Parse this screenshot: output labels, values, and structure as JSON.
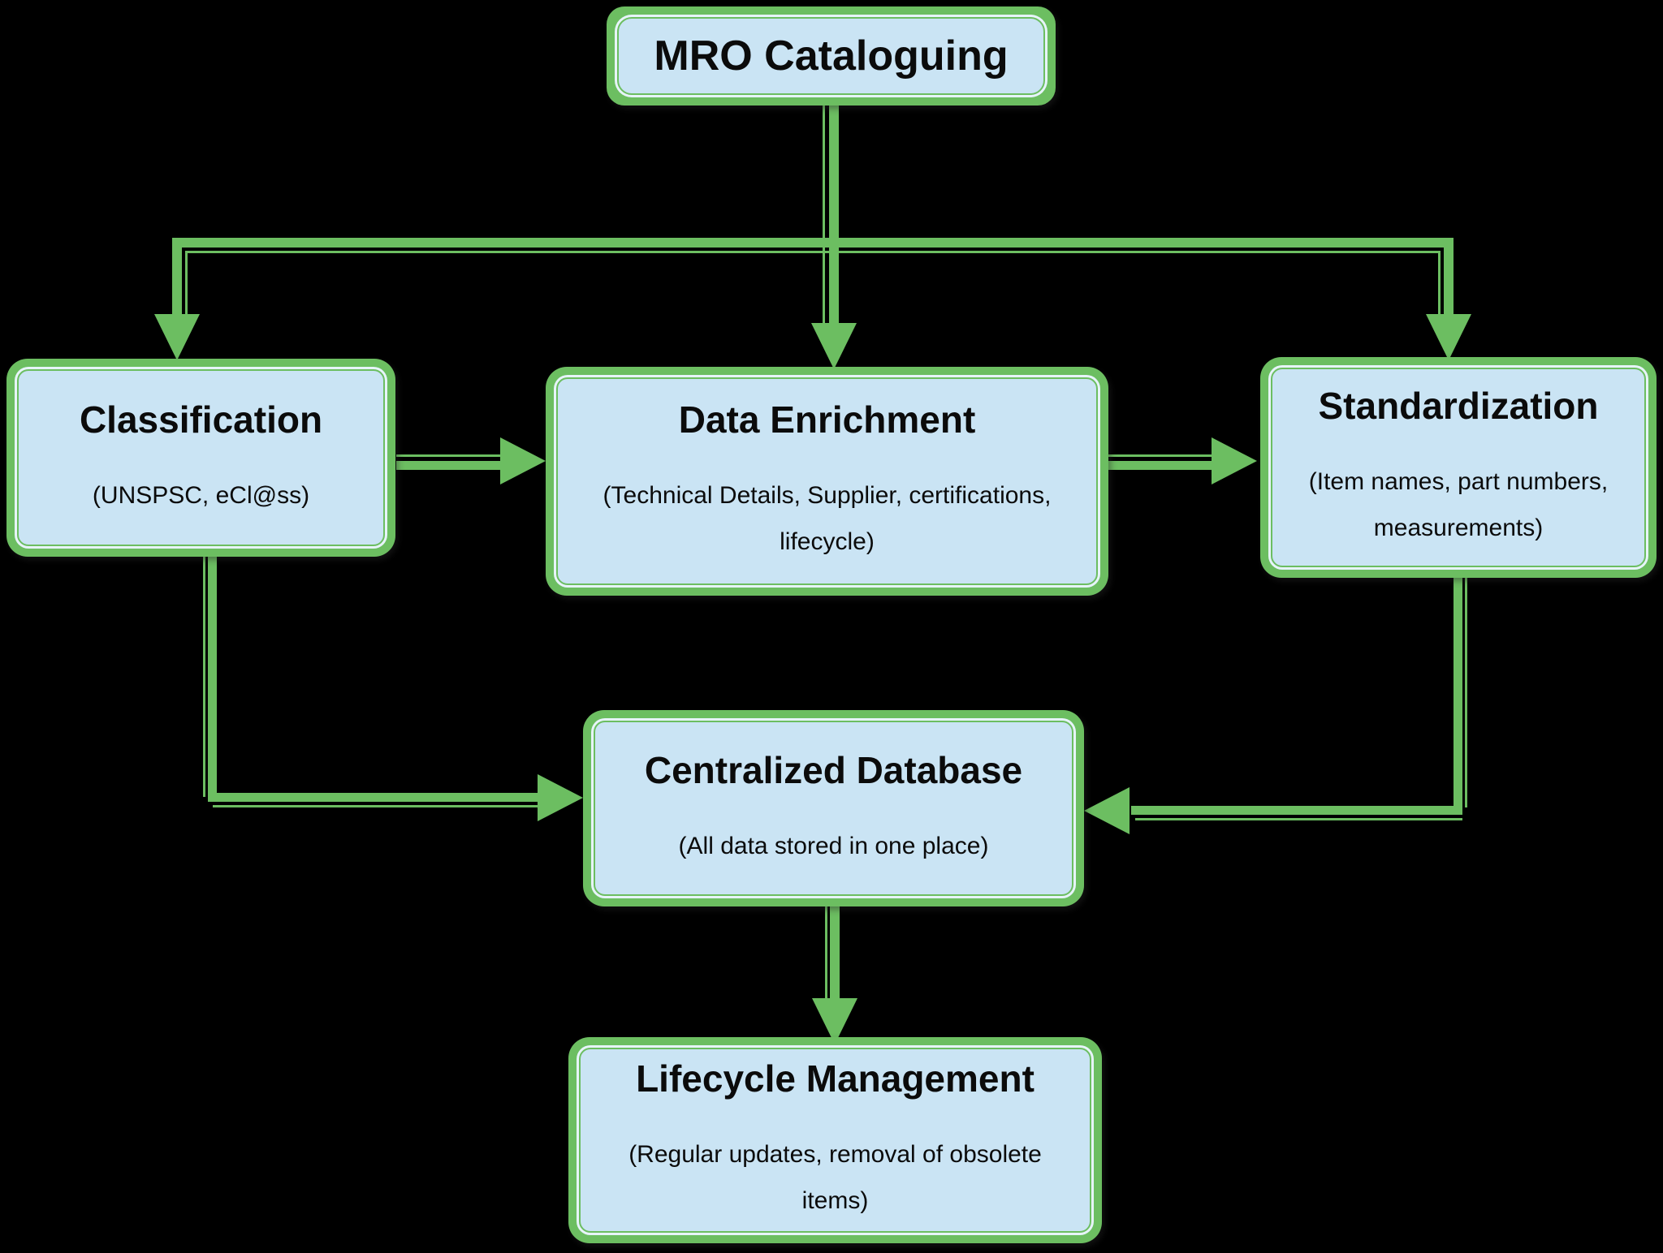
{
  "diagram": {
    "type": "flowchart",
    "background_color": "#000000",
    "colors": {
      "accent_green": "#6cbe61",
      "box_fill": "#cae4f4",
      "box_inner_ring": "#e7f4fb",
      "text": "#0b0b0b"
    },
    "nodes": {
      "mro": {
        "title": "MRO Cataloguing"
      },
      "classification": {
        "title": "Classification",
        "subtitle": "(UNSPSC, eCl@ss)",
        "subtitle_lines": [
          "(UNSPSC, eCl@ss)"
        ]
      },
      "data_enrichment": {
        "title": "Data Enrichment",
        "subtitle": "(Technical Details, Supplier, certifications, lifecycle)",
        "subtitle_lines": [
          "(Technical Details, Supplier, certifications,",
          "lifecycle)"
        ]
      },
      "standardization": {
        "title": "Standardization",
        "subtitle": "(Item names, part numbers, measurements)",
        "subtitle_lines": [
          "(Item names, part numbers,",
          "measurements)"
        ]
      },
      "centralized_database": {
        "title": "Centralized Database",
        "subtitle": "(All data stored in one place)",
        "subtitle_lines": [
          "(All data stored in one place)"
        ]
      },
      "lifecycle_management": {
        "title": "Lifecycle Management",
        "subtitle": "(Regular updates, removal of obsolete items)",
        "subtitle_lines": [
          "(Regular updates, removal of obsolete",
          "items)"
        ]
      }
    },
    "edges": [
      {
        "from": "mro",
        "to": "classification"
      },
      {
        "from": "mro",
        "to": "data_enrichment"
      },
      {
        "from": "mro",
        "to": "standardization"
      },
      {
        "from": "classification",
        "to": "data_enrichment"
      },
      {
        "from": "data_enrichment",
        "to": "standardization"
      },
      {
        "from": "classification",
        "to": "centralized_database"
      },
      {
        "from": "standardization",
        "to": "centralized_database"
      },
      {
        "from": "centralized_database",
        "to": "lifecycle_management"
      }
    ]
  }
}
